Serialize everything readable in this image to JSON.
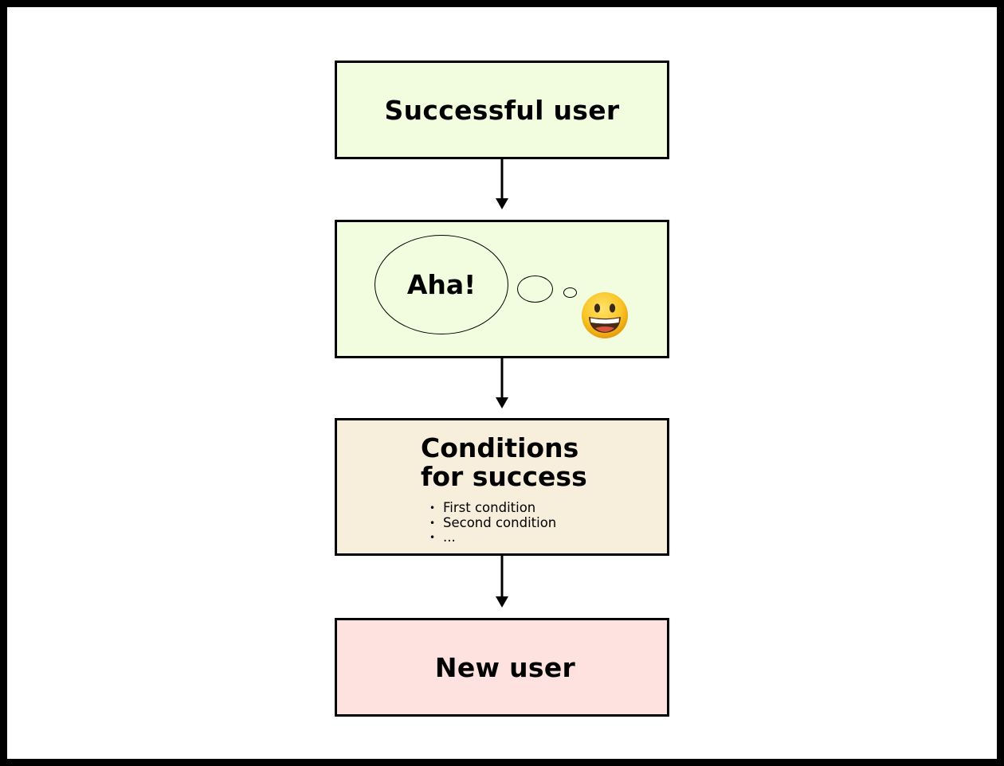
{
  "colors": {
    "frame_border": "#000000",
    "box_successful_fill": "#f2fde0",
    "box_aha_fill": "#f2fde0",
    "box_conditions_fill": "#f8eedc",
    "box_new_fill": "#fde2df",
    "stroke": "#000000"
  },
  "nodes": {
    "successful_user": {
      "label": "Successful user"
    },
    "aha": {
      "label": "Aha!",
      "icon": "grinning-face-emoji"
    },
    "conditions": {
      "title_line1": "Conditions",
      "title_line2": "for success",
      "items": [
        {
          "bullet": "•",
          "text": "First condition"
        },
        {
          "bullet": "•",
          "text": "Second condition"
        },
        {
          "bullet": "•",
          "text": "..."
        }
      ]
    },
    "new_user": {
      "label": "New user"
    }
  }
}
